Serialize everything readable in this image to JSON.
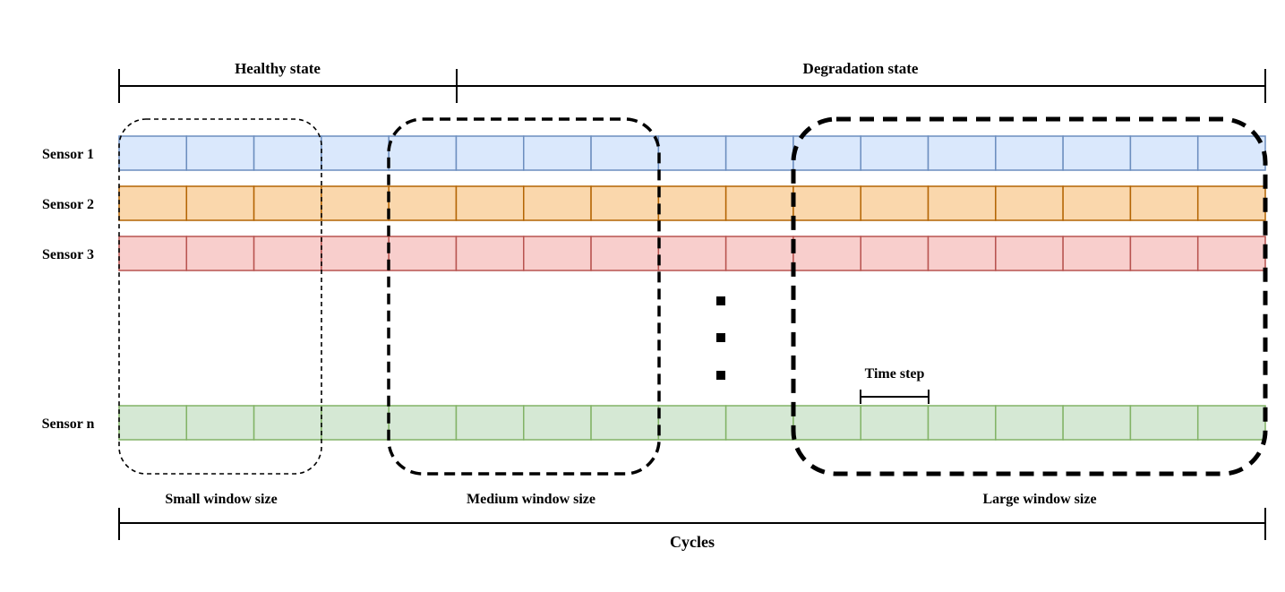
{
  "states": {
    "healthy": {
      "label": "Healthy state",
      "color": "#2eaa3a"
    },
    "degradation": {
      "label": "Degradation state",
      "color": "#cc1166"
    }
  },
  "sensors": [
    {
      "label": "Sensor 1",
      "fill": "#dae8fc",
      "stroke": "#6c8ebf"
    },
    {
      "label": "Sensor 2",
      "fill": "#fad7ac",
      "stroke": "#b46504"
    },
    {
      "label": "Sensor 3",
      "fill": "#f8cecc",
      "stroke": "#b85450"
    },
    {
      "label": "Sensor n",
      "fill": "#d5e8d4",
      "stroke": "#82b366"
    }
  ],
  "windows": {
    "small": {
      "label": "Small window size"
    },
    "medium": {
      "label": "Medium window size"
    },
    "large": {
      "label": "Large window size"
    }
  },
  "time_step_label": "Time step",
  "axis_label": "Cycles",
  "cells_per_row": 17
}
